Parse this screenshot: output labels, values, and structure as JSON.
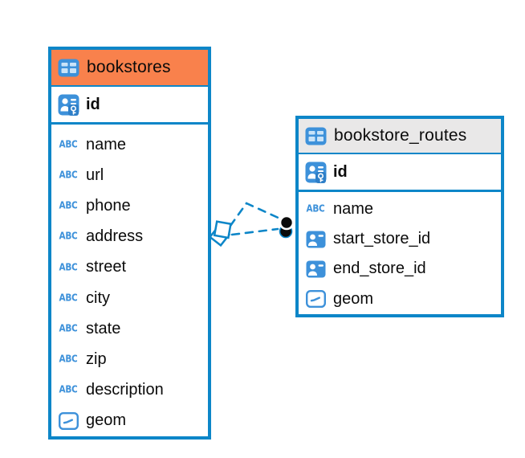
{
  "diagram": {
    "type": "database-entity-relationship",
    "colors": {
      "table_border": "#0D86C8",
      "relationship_line": "#0D86C8",
      "bookstores_header_bg": "#F9814C",
      "routes_header_bg": "#E9E8E8",
      "icon_blue": "#3D91DA",
      "icon_cell_light": "#C9E3F8",
      "text": "#0b0b0b"
    },
    "tables": [
      {
        "name": "bookstores",
        "primary_key": {
          "name": "id",
          "icon": "primary-key-icon"
        },
        "fields": [
          {
            "name": "name",
            "icon": "text-icon"
          },
          {
            "name": "url",
            "icon": "text-icon"
          },
          {
            "name": "phone",
            "icon": "text-icon"
          },
          {
            "name": "address",
            "icon": "text-icon"
          },
          {
            "name": "street",
            "icon": "text-icon"
          },
          {
            "name": "city",
            "icon": "text-icon"
          },
          {
            "name": "state",
            "icon": "text-icon"
          },
          {
            "name": "zip",
            "icon": "text-icon"
          },
          {
            "name": "description",
            "icon": "text-icon"
          },
          {
            "name": "geom",
            "icon": "geometry-icon"
          }
        ]
      },
      {
        "name": "bookstore_routes",
        "primary_key": {
          "name": "id",
          "icon": "primary-key-icon"
        },
        "fields": [
          {
            "name": "name",
            "icon": "text-icon"
          },
          {
            "name": "start_store_id",
            "icon": "id-reference-icon"
          },
          {
            "name": "end_store_id",
            "icon": "id-reference-icon"
          },
          {
            "name": "geom",
            "icon": "geometry-icon"
          }
        ]
      }
    ],
    "relationships": [
      {
        "from": "bookstore_routes.start_store_id",
        "to": "bookstores.id",
        "style": "dashed"
      },
      {
        "from": "bookstore_routes.end_store_id",
        "to": "bookstores.id",
        "style": "dashed"
      }
    ],
    "icons": {
      "text_glyph": "ABC"
    }
  }
}
